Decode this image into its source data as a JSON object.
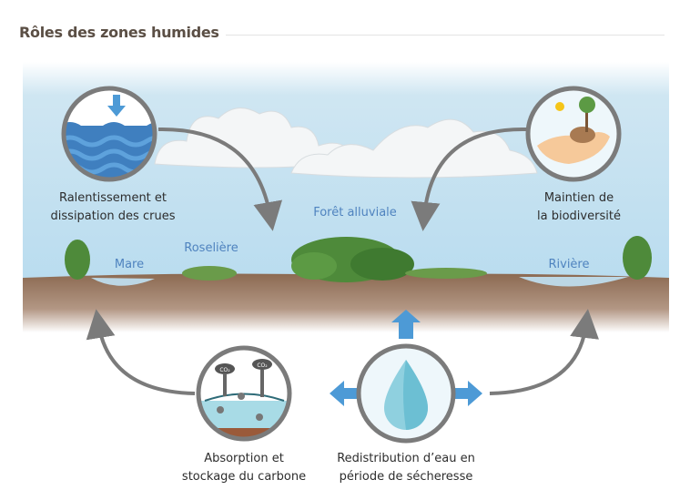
{
  "title": "Rôles des zones humides",
  "roles": {
    "floods": {
      "line1": "Ralentissement et",
      "line2": "dissipation des crues",
      "icon": "water-waves-icon"
    },
    "biodiversity": {
      "line1": "Maintien de",
      "line2": "la biodiversité",
      "icon": "hand-with-tree-icon"
    },
    "carbon": {
      "line1": "Absorption et",
      "line2": "stockage du carbone",
      "icon": "co2-icon",
      "co2": "CO₂"
    },
    "water": {
      "line1": "Redistribution d’eau en",
      "line2": "période de sécheresse",
      "icon": "water-drop-icon"
    }
  },
  "places": {
    "forest": "Forêt alluviale",
    "reeds": "Roselière",
    "pond": "Mare",
    "river": "Rivière"
  },
  "colors": {
    "arrow": "#7b7b7b",
    "blue": "#4d9ad6",
    "label_blue": "#4f83bf",
    "ground": "#8b6b55"
  }
}
